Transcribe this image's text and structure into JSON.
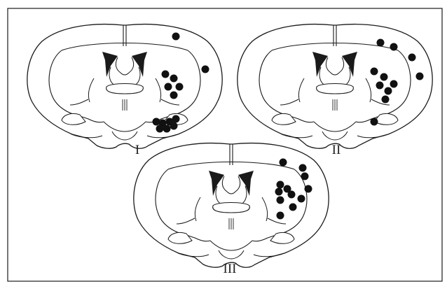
{
  "figure": {
    "panels": [
      {
        "id": "panel-1",
        "label": "I",
        "dot_count": 14
      },
      {
        "id": "panel-2",
        "label": "II",
        "dot_count": 11
      },
      {
        "id": "panel-3",
        "label": "III",
        "dot_count": 12
      }
    ]
  }
}
